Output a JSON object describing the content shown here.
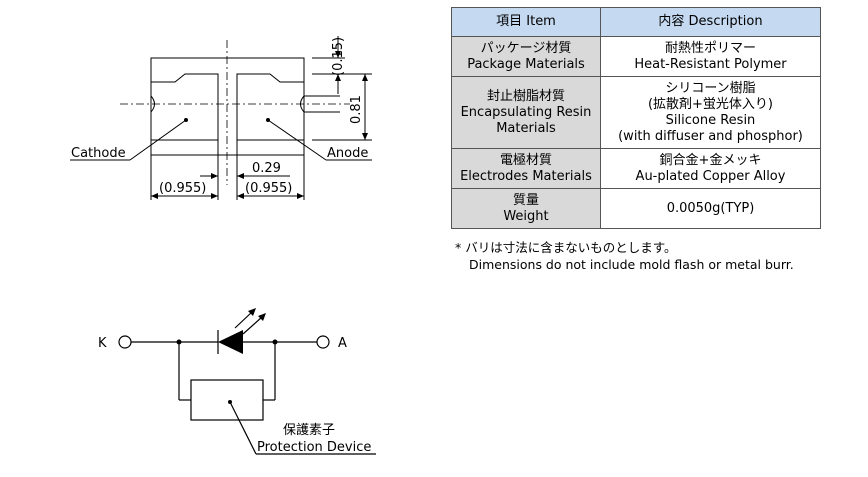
{
  "dimension_drawing": {
    "labels": {
      "cathode": "Cathode",
      "anode": "Anode",
      "dim_top": "(0.15)",
      "dim_height": "0.81",
      "dim_gap": "0.29",
      "dim_left": "(0.955)",
      "dim_right": "(0.955)"
    }
  },
  "spec_table": {
    "header": {
      "item": "項目 Item",
      "description": "内容 Description"
    },
    "rows": [
      {
        "label": [
          "パッケージ材質",
          "Package Materials"
        ],
        "value": [
          "耐熱性ポリマー",
          "Heat-Resistant Polymer"
        ]
      },
      {
        "label": [
          "封止樹脂材質",
          "Encapsulating Resin",
          "Materials"
        ],
        "value": [
          "シリコーン樹脂",
          "(拡散剤+蛍光体入り)",
          "Silicone Resin",
          "(with diffuser and phosphor)"
        ]
      },
      {
        "label": [
          "電極材質",
          "Electrodes Materials"
        ],
        "value": [
          "銅合金+金メッキ",
          "Au-plated Copper Alloy"
        ]
      },
      {
        "label": [
          "質量",
          "Weight"
        ],
        "value": [
          "0.0050g(TYP)"
        ]
      }
    ]
  },
  "notes": {
    "jp": "* バリは寸法に含まないものとします。",
    "en": "Dimensions do not include mold flash or metal burr."
  },
  "circuit": {
    "terminal_k": "K",
    "terminal_a": "A",
    "protection_jp": "保護素子",
    "protection_en": "Protection Device"
  }
}
